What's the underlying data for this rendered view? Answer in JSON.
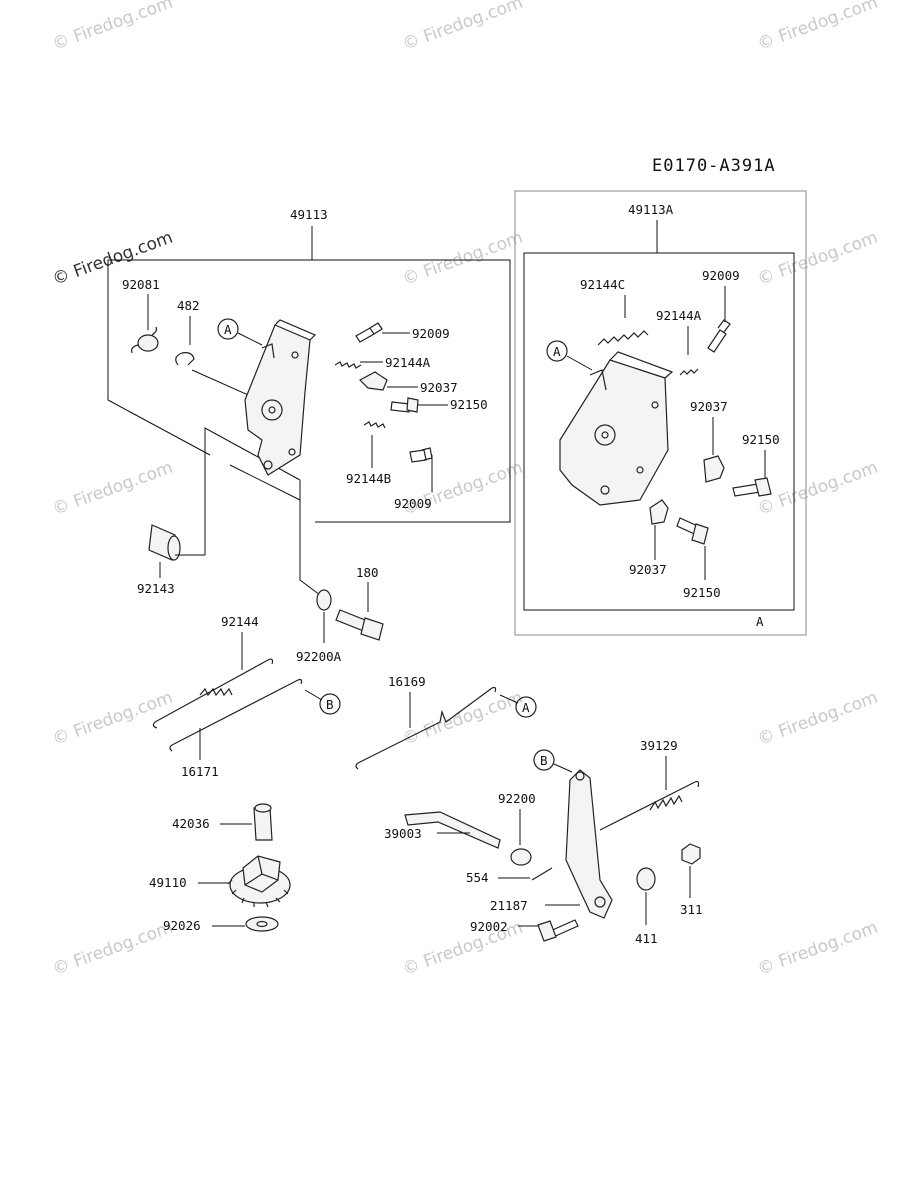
{
  "diagram_code": "E0170-A391A",
  "watermark": "© Firedog.com",
  "part_labels": {
    "p49113": "49113",
    "p49113A": "49113A",
    "p92081": "92081",
    "p482": "482",
    "p92009_a": "92009",
    "p92144A_a": "92144A",
    "p92037_a": "92037",
    "p92150_a": "92150",
    "p92144B": "92144B",
    "p92009_b": "92009",
    "p92143": "92143",
    "p180": "180",
    "p92200A": "92200A",
    "p92144C": "92144C",
    "p92009_c": "92009",
    "p92144A_b": "92144A",
    "p92037_b": "92037",
    "p92150_b": "92150",
    "p92037_c": "92037",
    "p92150_c": "92150",
    "p92144": "92144",
    "p16171": "16171",
    "p16169": "16169",
    "p39129": "39129",
    "p92200": "92200",
    "p39003": "39003",
    "p554": "554",
    "p21187": "21187",
    "p92002": "92002",
    "p411": "411",
    "p311": "311",
    "p42036": "42036",
    "p49110": "49110",
    "p92026": "92026"
  },
  "ref_markers": {
    "a1": "A",
    "a2": "A",
    "a3": "A",
    "a_box": "A",
    "b1": "B",
    "b2": "B"
  }
}
